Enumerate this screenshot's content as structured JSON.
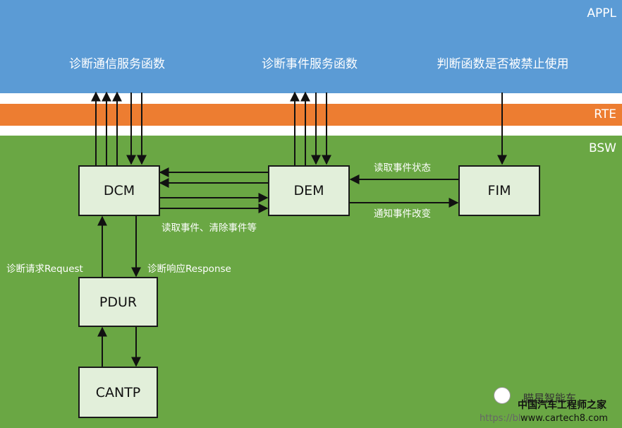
{
  "layers": {
    "appl": {
      "label": "APPL",
      "color": "#5b9bd5"
    },
    "rte": {
      "label": "RTE",
      "color": "#ed7d31"
    },
    "bsw": {
      "label": "BSW",
      "color": "#6aa744"
    }
  },
  "appl_functions": [
    "诊断通信服务函数",
    "诊断事件服务函数",
    "判断函数是否被禁止使用"
  ],
  "modules": {
    "dcm": "DCM",
    "dem": "DEM",
    "fim": "FIM",
    "pdur": "PDUR",
    "cantp": "CANTP"
  },
  "annotations": {
    "dcm_dem": "读取事件、清除事件等",
    "fim_reads": "读取事件状态",
    "dem_notifies": "通知事件改变",
    "request": "诊断请求Request",
    "response": "诊断响应Response"
  },
  "watermark": {
    "brand_partial": "瞄星智能车",
    "site": "中国汽车工程师之家",
    "url": "www.cartech8.com",
    "blog_partial": "https://bl"
  },
  "colors": {
    "module_fill": "#e2efda",
    "stroke": "#111111"
  }
}
